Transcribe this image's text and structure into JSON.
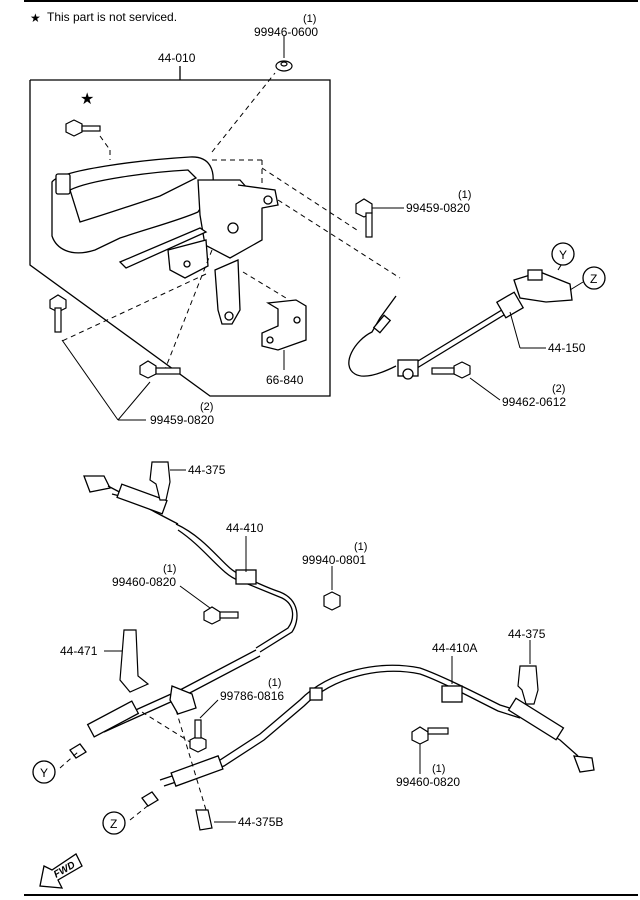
{
  "note": {
    "symbol": "★",
    "text": "This part is not serviced."
  },
  "callouts": {
    "c1": {
      "part": "99946-0600",
      "qty": "(1)"
    },
    "c2": {
      "part": "44-010"
    },
    "c3": {
      "part": "99459-0820",
      "qty": "(1)"
    },
    "c4": {
      "part": "44-150"
    },
    "c5": {
      "part": "66-840"
    },
    "c6": {
      "part": "99462-0612",
      "qty": "(2)"
    },
    "c7": {
      "part": "99459-0820",
      "qty": "(2)"
    },
    "c8": {
      "part": "44-375"
    },
    "c9": {
      "part": "44-410"
    },
    "c10": {
      "part": "99940-0801",
      "qty": "(1)"
    },
    "c11": {
      "part": "99460-0820",
      "qty": "(1)"
    },
    "c12": {
      "part": "44-471"
    },
    "c13": {
      "part": "99786-0816",
      "qty": "(1)"
    },
    "c14": {
      "part": "44-410A"
    },
    "c15": {
      "part": "44-375"
    },
    "c16": {
      "part": "99460-0820",
      "qty": "(1)"
    },
    "c17": {
      "part": "44-375B"
    }
  },
  "connectors": {
    "y_top": "Y",
    "z_top": "Z",
    "y_bottom": "Y",
    "z_bottom": "Z"
  },
  "fwd_label": "FWD",
  "star_marker": "★"
}
